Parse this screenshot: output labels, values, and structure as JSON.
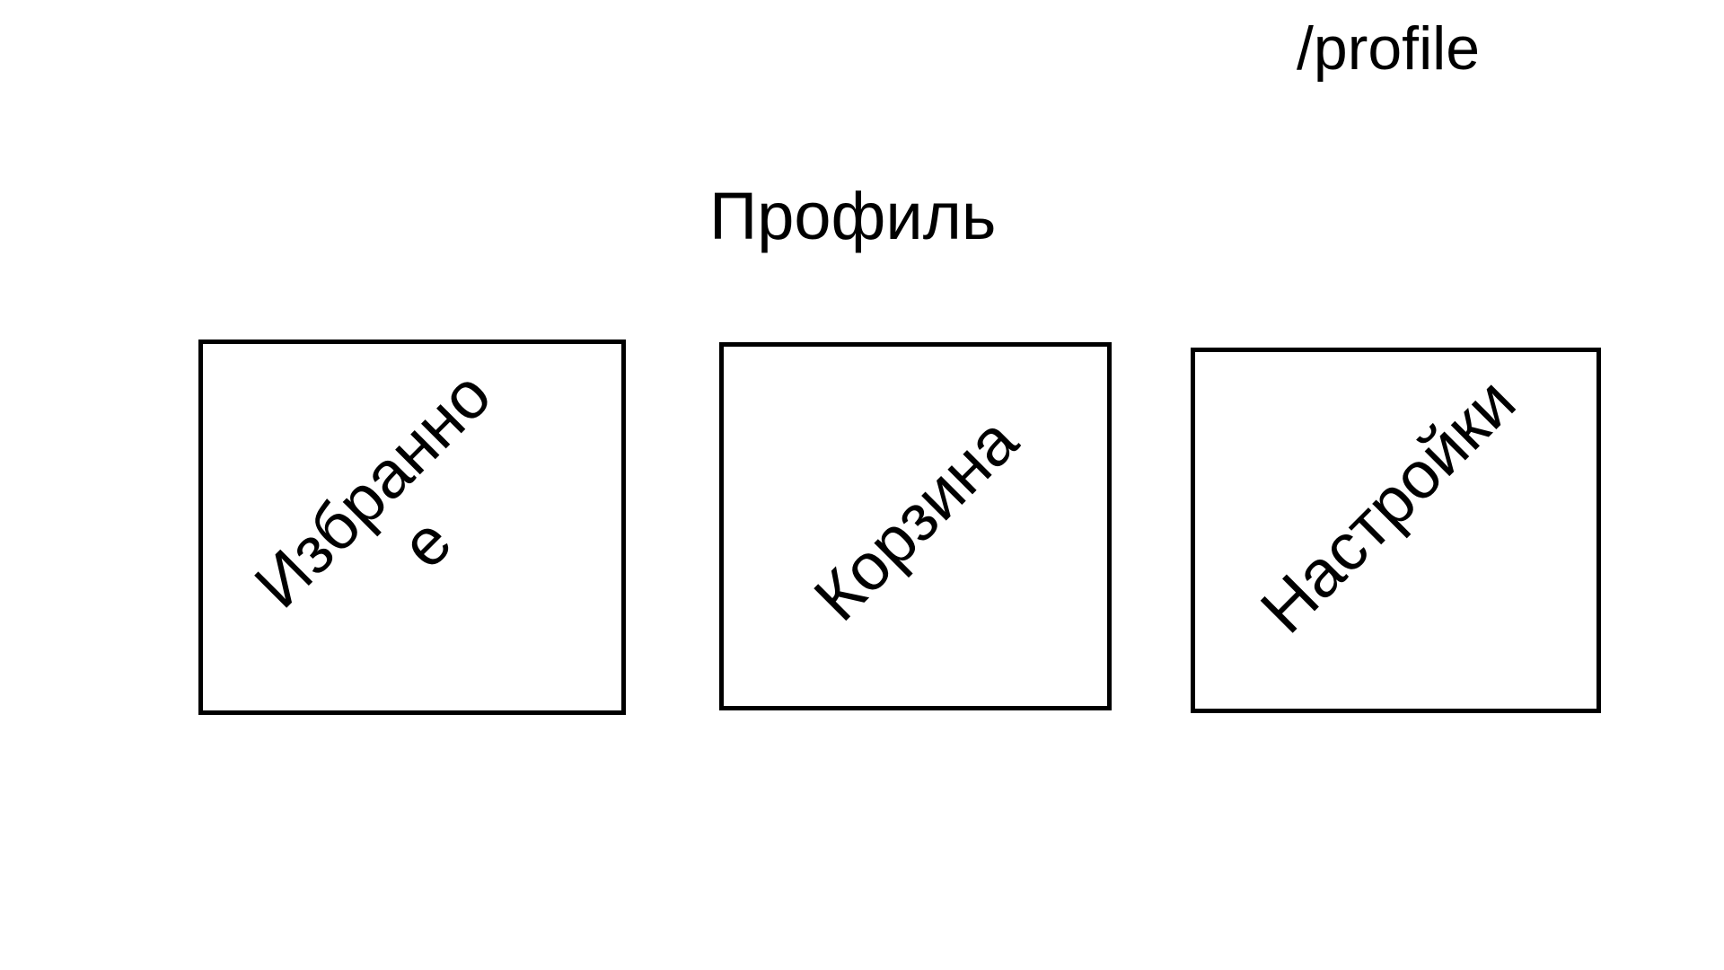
{
  "header": {
    "route": "/profile",
    "title": "Профиль"
  },
  "cards": [
    {
      "label": "Избранное"
    },
    {
      "label": "Корзина"
    },
    {
      "label": "Настройки"
    }
  ]
}
